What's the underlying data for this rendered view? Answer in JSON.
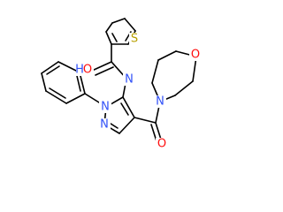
{
  "molecule": {
    "atom_labels": {
      "thiophene_sulfur": "S",
      "carbonyl_oxygen_1": "O",
      "amide_nitrogen": "N",
      "amide_hydrogen": "H",
      "morpholine_oxygen": "O",
      "morpholine_nitrogen": "N",
      "pyrazole_n1": "N",
      "pyrazole_n2": "N",
      "carbonyl_oxygen_2": "O"
    },
    "colors": {
      "carbon_bonds": "#000000",
      "oxygen": "#ff0d0d",
      "nitrogen": "#3050f8",
      "sulfur": "#b8a000",
      "hydrogen_on_nitrogen": "#3050f8"
    }
  }
}
